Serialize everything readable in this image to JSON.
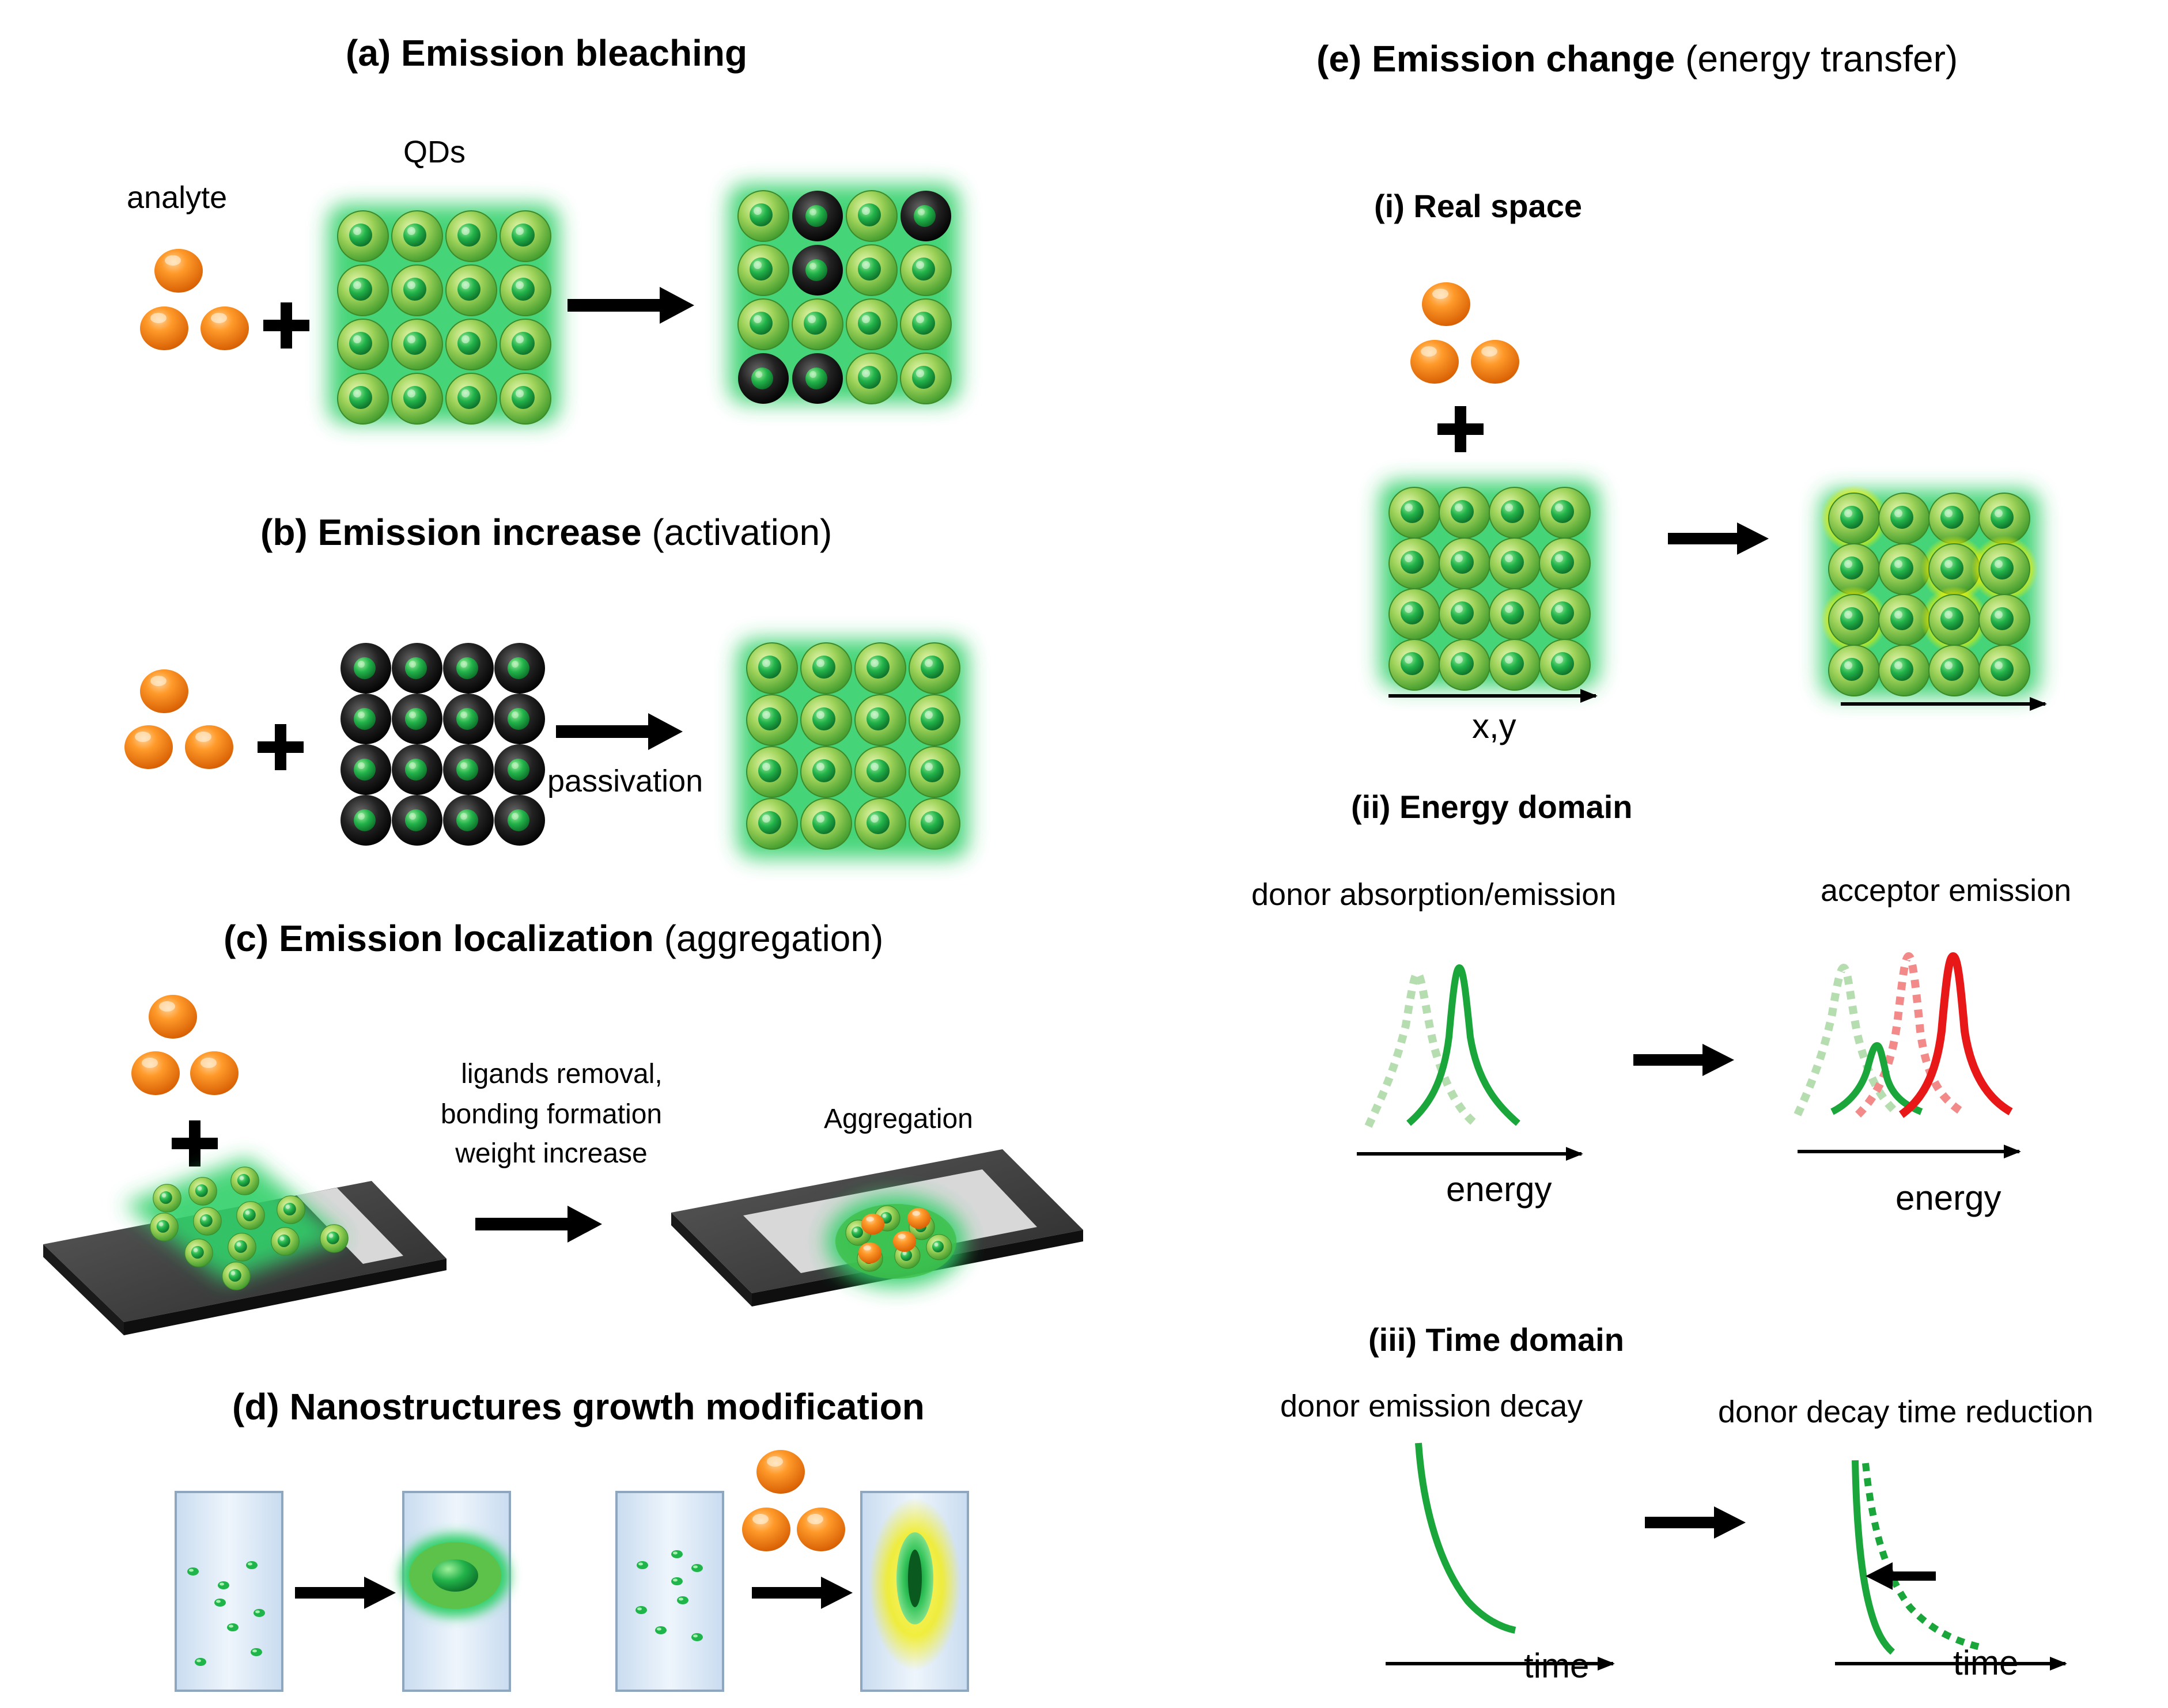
{
  "panel_a": {
    "title_bold": "(a) Emission bleaching",
    "title_rest": "",
    "analyte_label": "analyte",
    "qds_label": "QDs"
  },
  "panel_b": {
    "title_bold": "(b) Emission increase",
    "title_rest": " (activation)",
    "arrow_label": "passivation"
  },
  "panel_c": {
    "title_bold": "(c) Emission localization",
    "title_rest": " (aggregation)",
    "arrow_label_1": "ligands removal,",
    "arrow_label_2": "bonding formation",
    "arrow_label_3": "weight increase",
    "result_label": "Aggregation"
  },
  "panel_d": {
    "title": "(d) Nanostructures growth modification"
  },
  "panel_e": {
    "title_bold": "(e) Emission change",
    "title_rest": " (energy transfer)",
    "i": {
      "title": "(i) Real space",
      "axis_label": "x,y"
    },
    "ii": {
      "title": "(ii) Energy domain",
      "left_label": "donor absorption/emission",
      "right_label": "acceptor emission",
      "axis_left": "energy",
      "axis_right": "energy"
    },
    "iii": {
      "title": "(iii) Time domain",
      "left_label": "donor emission decay",
      "right_label": "donor decay time reduction",
      "axis_left": "time",
      "axis_right": "time"
    }
  },
  "colors": {
    "qd_green": "#2fae3c",
    "glow_green": "#33d06a",
    "analyte_orange": "#f07a12",
    "quenched_black": "#111111",
    "acceptor_yellow": "#f4f000",
    "acceptor_red": "#e81818",
    "curve_green": "#1aa63a",
    "dotted_light_green": "#b6ddb0"
  },
  "icons": [
    "analyte-sphere-icon",
    "qd-sphere-icon",
    "quenched-qd-icon",
    "arrow-right-icon",
    "plus-icon",
    "substrate-slide-icon",
    "vial-icon"
  ]
}
